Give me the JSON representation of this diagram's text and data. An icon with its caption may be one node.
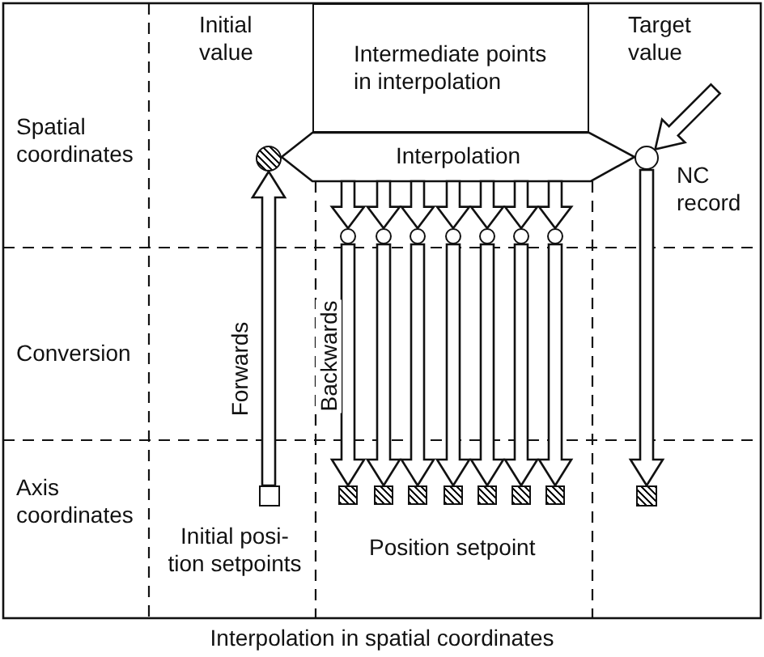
{
  "diagram": {
    "caption": "Interpolation in spatial coordinates",
    "nodes": [
      {
        "text": [
          "Intermediate points in interpolation"
        ]
      },
      {
        "text": [],
        "shape": "circle"
      },
      {
        "text": [
          "Interpolation"
        ]
      },
      {
        "text": [],
        "shape": "circle"
      },
      {
        "text": [],
        "shape": "circle"
      },
      {
        "text": [],
        "shape": "circle"
      },
      {
        "text": [],
        "shape": "circle"
      },
      {
        "text": [],
        "shape": "circle"
      },
      {
        "text": [],
        "shape": "circle"
      },
      {
        "text": [],
        "shape": "circle"
      },
      {
        "text": [],
        "shape": "circle"
      },
      {
        "text": [],
        "shape": "box"
      },
      {
        "text": [],
        "shape": "box"
      },
      {
        "text": [],
        "shape": "box"
      },
      {
        "text": [],
        "shape": "box"
      },
      {
        "text": [],
        "shape": "box"
      },
      {
        "text": [],
        "shape": "box"
      },
      {
        "text": [],
        "shape": "box"
      },
      {
        "text": [],
        "shape": "box"
      },
      {
        "text": [],
        "shape": "box"
      }
    ],
    "edges": [
      {
        "from": 11,
        "to": 1,
        "arrow": "to",
        "label": "Forwards"
      },
      {
        "from": null,
        "to": 3,
        "arrow": "to"
      },
      {
        "from": 2,
        "to": 4,
        "arrow": "to"
      },
      {
        "from": 2,
        "to": 5,
        "arrow": "to"
      },
      {
        "from": 2,
        "to": 6,
        "arrow": "to"
      },
      {
        "from": 2,
        "to": 7,
        "arrow": "to"
      },
      {
        "from": 2,
        "to": 8,
        "arrow": "to"
      },
      {
        "from": 2,
        "to": 9,
        "arrow": "to"
      },
      {
        "from": 2,
        "to": 10,
        "arrow": "to"
      },
      {
        "from": 4,
        "to": 12,
        "arrow": "to",
        "label": "Backwards"
      },
      {
        "from": 5,
        "to": 13,
        "arrow": "to"
      },
      {
        "from": 6,
        "to": 14,
        "arrow": "to"
      },
      {
        "from": 7,
        "to": 15,
        "arrow": "to"
      },
      {
        "from": 8,
        "to": 16,
        "arrow": "to"
      },
      {
        "from": 9,
        "to": 17,
        "arrow": "to"
      },
      {
        "from": 10,
        "to": 18,
        "arrow": "to"
      },
      {
        "from": 3,
        "to": 19,
        "arrow": "to"
      }
    ],
    "labels": [
      "Initial value",
      "Target value",
      "Spatial coordinates",
      "NC record",
      "Conversion",
      "Axis coordinates",
      "Initial posi- tion setpoints",
      "Position setpoint"
    ]
  }
}
